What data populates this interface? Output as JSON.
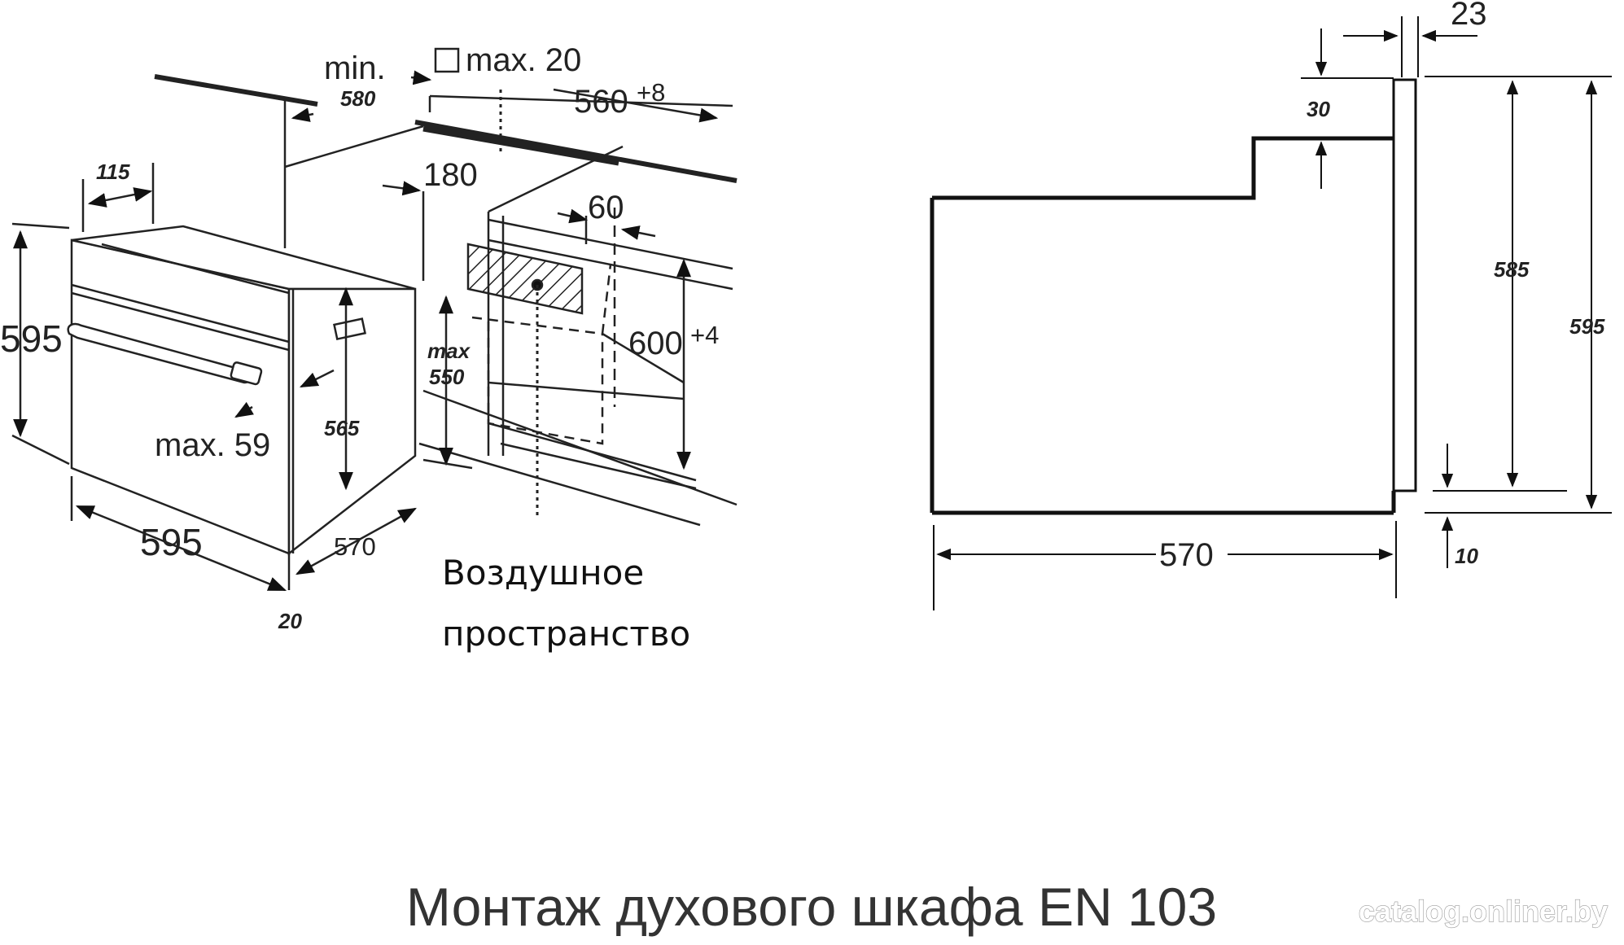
{
  "left_drawing": {
    "min_label": "min.",
    "min_value": "580",
    "max_label": "max. 20",
    "niche_width": "560",
    "niche_width_tol": "+8",
    "depth_115": "115",
    "dist_180": "180",
    "dist_60": "60",
    "oven_height": "595",
    "niche_height": "600",
    "niche_height_tol": "+4",
    "max_label_2": "max",
    "max_550": "550",
    "inner_height": "565",
    "handle_label": "max. 59",
    "oven_width": "595",
    "oven_depth": "570",
    "front_offset": "20",
    "caption_line1": "Воздушное",
    "caption_line2": "пространство"
  },
  "right_drawing": {
    "top_gap": "23",
    "step_30": "30",
    "height_585": "585",
    "height_595": "595",
    "bottom_10": "10",
    "depth_570": "570"
  },
  "title": "Монтаж духового шкафа EN 103",
  "watermark": "catalog.onliner.by"
}
